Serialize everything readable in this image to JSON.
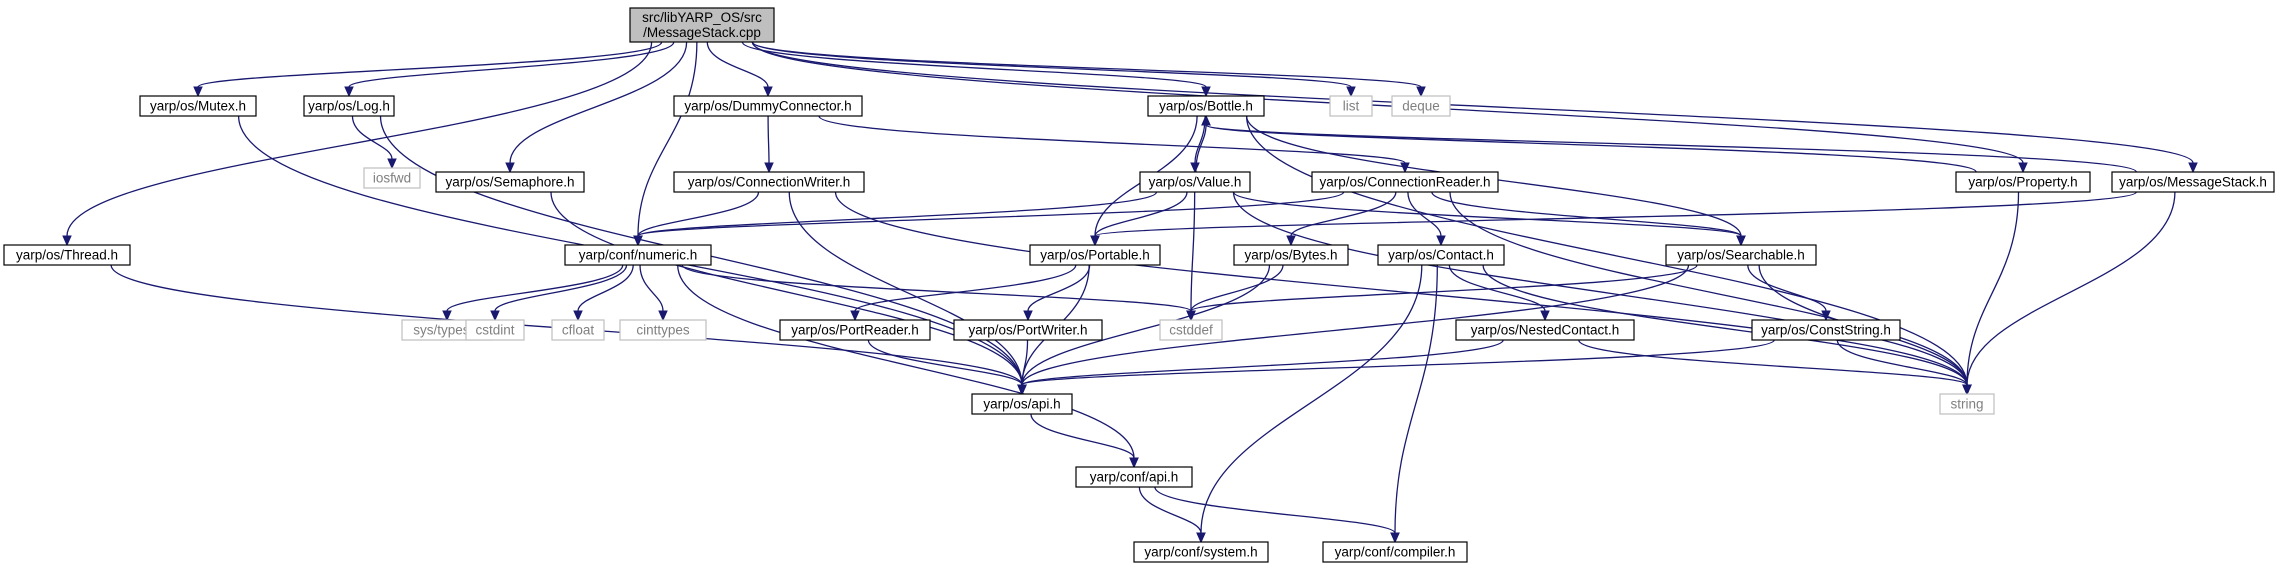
{
  "colors": {
    "edge": "#191970",
    "root_fill": "#bfbfbf",
    "node_fill": "#ffffff",
    "node_border": "#000000",
    "external_border": "#bfbfbf",
    "text": "#000000",
    "external_text": "#808080"
  },
  "nodes": [
    {
      "id": "root",
      "lines": [
        "src/libYARP_OS/src",
        "/MessageStack.cpp"
      ],
      "kind": "root"
    },
    {
      "id": "mutex",
      "lines": [
        "yarp/os/Mutex.h"
      ],
      "kind": "header"
    },
    {
      "id": "log",
      "lines": [
        "yarp/os/Log.h"
      ],
      "kind": "header"
    },
    {
      "id": "iosfwd",
      "lines": [
        "iosfwd"
      ],
      "kind": "external"
    },
    {
      "id": "dummy",
      "lines": [
        "yarp/os/DummyConnector.h"
      ],
      "kind": "header"
    },
    {
      "id": "bottle",
      "lines": [
        "yarp/os/Bottle.h"
      ],
      "kind": "header"
    },
    {
      "id": "list",
      "lines": [
        "list"
      ],
      "kind": "external"
    },
    {
      "id": "deque",
      "lines": [
        "deque"
      ],
      "kind": "external"
    },
    {
      "id": "semaphore",
      "lines": [
        "yarp/os/Semaphore.h"
      ],
      "kind": "header"
    },
    {
      "id": "connwriter",
      "lines": [
        "yarp/os/ConnectionWriter.h"
      ],
      "kind": "header"
    },
    {
      "id": "value",
      "lines": [
        "yarp/os/Value.h"
      ],
      "kind": "header"
    },
    {
      "id": "connreader",
      "lines": [
        "yarp/os/ConnectionReader.h"
      ],
      "kind": "header"
    },
    {
      "id": "property",
      "lines": [
        "yarp/os/Property.h"
      ],
      "kind": "header"
    },
    {
      "id": "msgstack",
      "lines": [
        "yarp/os/MessageStack.h"
      ],
      "kind": "header"
    },
    {
      "id": "thread",
      "lines": [
        "yarp/os/Thread.h"
      ],
      "kind": "header"
    },
    {
      "id": "numeric",
      "lines": [
        "yarp/conf/numeric.h"
      ],
      "kind": "header"
    },
    {
      "id": "portable",
      "lines": [
        "yarp/os/Portable.h"
      ],
      "kind": "header"
    },
    {
      "id": "bytes",
      "lines": [
        "yarp/os/Bytes.h"
      ],
      "kind": "header"
    },
    {
      "id": "contact",
      "lines": [
        "yarp/os/Contact.h"
      ],
      "kind": "header"
    },
    {
      "id": "searchable",
      "lines": [
        "yarp/os/Searchable.h"
      ],
      "kind": "header"
    },
    {
      "id": "systypes",
      "lines": [
        "sys/types.h"
      ],
      "kind": "external"
    },
    {
      "id": "cstdint",
      "lines": [
        "cstdint"
      ],
      "kind": "external"
    },
    {
      "id": "cfloat",
      "lines": [
        "cfloat"
      ],
      "kind": "external"
    },
    {
      "id": "cinttypes",
      "lines": [
        "cinttypes"
      ],
      "kind": "external"
    },
    {
      "id": "portreader",
      "lines": [
        "yarp/os/PortReader.h"
      ],
      "kind": "header"
    },
    {
      "id": "portwriter",
      "lines": [
        "yarp/os/PortWriter.h"
      ],
      "kind": "header"
    },
    {
      "id": "cstddef",
      "lines": [
        "cstddef"
      ],
      "kind": "external"
    },
    {
      "id": "nested",
      "lines": [
        "yarp/os/NestedContact.h"
      ],
      "kind": "header"
    },
    {
      "id": "conststring",
      "lines": [
        "yarp/os/ConstString.h"
      ],
      "kind": "header"
    },
    {
      "id": "osapi",
      "lines": [
        "yarp/os/api.h"
      ],
      "kind": "header"
    },
    {
      "id": "string",
      "lines": [
        "string"
      ],
      "kind": "external"
    },
    {
      "id": "confapi",
      "lines": [
        "yarp/conf/api.h"
      ],
      "kind": "header"
    },
    {
      "id": "system",
      "lines": [
        "yarp/conf/system.h"
      ],
      "kind": "header"
    },
    {
      "id": "compiler",
      "lines": [
        "yarp/conf/compiler.h"
      ],
      "kind": "header"
    }
  ],
  "edges": [
    {
      "from": "root",
      "to": "thread"
    },
    {
      "from": "root",
      "to": "mutex"
    },
    {
      "from": "root",
      "to": "log"
    },
    {
      "from": "root",
      "to": "semaphore"
    },
    {
      "from": "root",
      "to": "numeric"
    },
    {
      "from": "root",
      "to": "dummy"
    },
    {
      "from": "root",
      "to": "bottle"
    },
    {
      "from": "root",
      "to": "list"
    },
    {
      "from": "root",
      "to": "deque"
    },
    {
      "from": "root",
      "to": "property"
    },
    {
      "from": "root",
      "to": "msgstack"
    },
    {
      "from": "mutex",
      "to": "osapi"
    },
    {
      "from": "log",
      "to": "iosfwd"
    },
    {
      "from": "log",
      "to": "osapi"
    },
    {
      "from": "thread",
      "to": "osapi"
    },
    {
      "from": "semaphore",
      "to": "osapi"
    },
    {
      "from": "dummy",
      "to": "connwriter"
    },
    {
      "from": "dummy",
      "to": "connreader"
    },
    {
      "from": "connwriter",
      "to": "numeric"
    },
    {
      "from": "connwriter",
      "to": "osapi"
    },
    {
      "from": "connwriter",
      "to": "string"
    },
    {
      "from": "bottle",
      "to": "value"
    },
    {
      "from": "bottle",
      "to": "portable"
    },
    {
      "from": "bottle",
      "to": "searchable"
    },
    {
      "from": "bottle",
      "to": "string"
    },
    {
      "from": "value",
      "to": "bottle"
    },
    {
      "from": "value",
      "to": "numeric"
    },
    {
      "from": "value",
      "to": "portable"
    },
    {
      "from": "value",
      "to": "cstddef"
    },
    {
      "from": "value",
      "to": "searchable"
    },
    {
      "from": "value",
      "to": "string"
    },
    {
      "from": "connreader",
      "to": "numeric"
    },
    {
      "from": "connreader",
      "to": "bytes"
    },
    {
      "from": "connreader",
      "to": "contact"
    },
    {
      "from": "connreader",
      "to": "searchable"
    },
    {
      "from": "connreader",
      "to": "string"
    },
    {
      "from": "property",
      "to": "bottle"
    },
    {
      "from": "property",
      "to": "string"
    },
    {
      "from": "msgstack",
      "to": "bottle"
    },
    {
      "from": "msgstack",
      "to": "portable"
    },
    {
      "from": "msgstack",
      "to": "string"
    },
    {
      "from": "numeric",
      "to": "systypes"
    },
    {
      "from": "numeric",
      "to": "cstdint"
    },
    {
      "from": "numeric",
      "to": "cfloat"
    },
    {
      "from": "numeric",
      "to": "cinttypes"
    },
    {
      "from": "numeric",
      "to": "cstddef"
    },
    {
      "from": "numeric",
      "to": "confapi"
    },
    {
      "from": "portable",
      "to": "portreader"
    },
    {
      "from": "portable",
      "to": "portwriter"
    },
    {
      "from": "portable",
      "to": "osapi"
    },
    {
      "from": "portreader",
      "to": "osapi"
    },
    {
      "from": "portwriter",
      "to": "osapi"
    },
    {
      "from": "bytes",
      "to": "cstddef"
    },
    {
      "from": "bytes",
      "to": "osapi"
    },
    {
      "from": "contact",
      "to": "nested"
    },
    {
      "from": "contact",
      "to": "string"
    },
    {
      "from": "contact",
      "to": "system"
    },
    {
      "from": "contact",
      "to": "compiler"
    },
    {
      "from": "searchable",
      "to": "cstddef"
    },
    {
      "from": "searchable",
      "to": "osapi"
    },
    {
      "from": "searchable",
      "to": "conststring"
    },
    {
      "from": "searchable",
      "to": "string"
    },
    {
      "from": "nested",
      "to": "osapi"
    },
    {
      "from": "nested",
      "to": "string"
    },
    {
      "from": "conststring",
      "to": "osapi"
    },
    {
      "from": "conststring",
      "to": "string"
    },
    {
      "from": "osapi",
      "to": "confapi"
    },
    {
      "from": "confapi",
      "to": "system"
    },
    {
      "from": "confapi",
      "to": "compiler"
    }
  ]
}
